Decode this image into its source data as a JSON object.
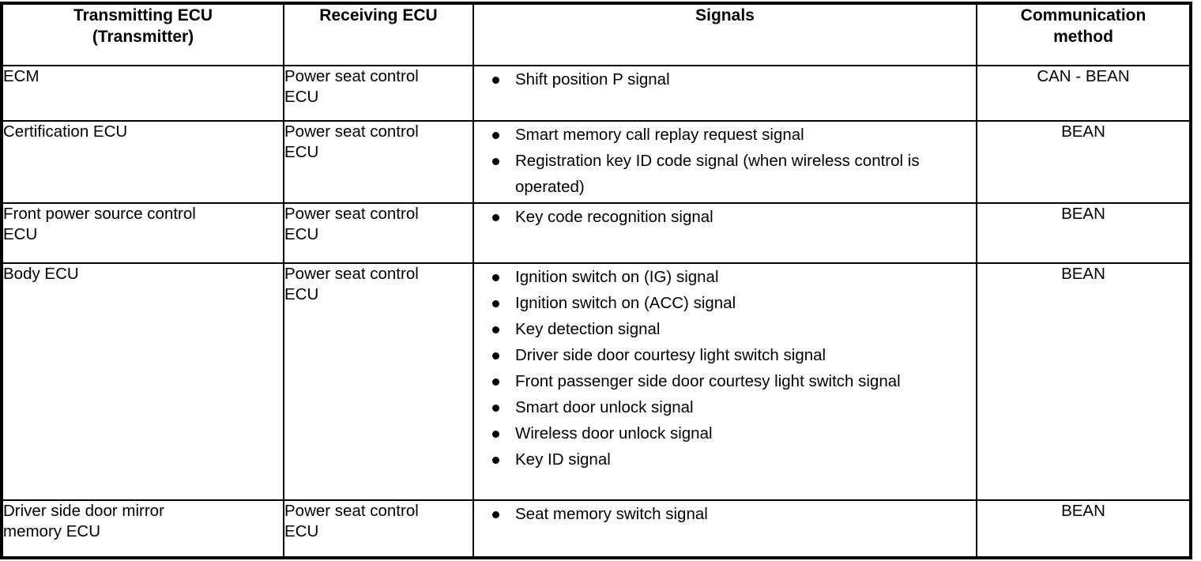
{
  "document": {
    "type": "technical-specification-table",
    "background_color": "#ffffff",
    "text_color": "#000000",
    "border_color": "#000000"
  },
  "table": {
    "headers": [
      {
        "lines": [
          "Transmitting ECU",
          "(Transmitter)"
        ]
      },
      {
        "lines": [
          "Receiving ECU"
        ]
      },
      {
        "lines": [
          "Signals"
        ]
      },
      {
        "lines": [
          "Communication",
          "method"
        ]
      }
    ],
    "rows": [
      {
        "transmitter": {
          "lines": [
            "ECM"
          ]
        },
        "receiver": {
          "lines": [
            "Power seat control",
            "ECU"
          ]
        },
        "signals": [
          "Shift position P signal"
        ],
        "method": "CAN - BEAN"
      },
      {
        "transmitter": {
          "lines": [
            "Certification ECU"
          ]
        },
        "receiver": {
          "lines": [
            "Power seat control",
            "ECU"
          ]
        },
        "signals": [
          "Smart memory call replay request signal",
          "Registration key ID code signal (when wireless control is operated)"
        ],
        "method": "BEAN"
      },
      {
        "transmitter": {
          "lines": [
            "Front power source control",
            "ECU"
          ]
        },
        "receiver": {
          "lines": [
            "Power seat control",
            "ECU"
          ]
        },
        "signals": [
          "Key code recognition signal"
        ],
        "method": "BEAN"
      },
      {
        "transmitter": {
          "lines": [
            "Body ECU"
          ]
        },
        "receiver": {
          "lines": [
            "Power seat control",
            "ECU"
          ]
        },
        "signals": [
          "Ignition switch on (IG) signal",
          "Ignition switch on (ACC) signal",
          "Key detection signal",
          "Driver side door courtesy light switch signal",
          "Front passenger side door courtesy light switch signal",
          "Smart door unlock signal",
          "Wireless door unlock signal",
          "Key ID signal"
        ],
        "method": "BEAN"
      },
      {
        "transmitter": {
          "lines": [
            "Driver side door mirror",
            "memory ECU"
          ]
        },
        "receiver": {
          "lines": [
            "Power seat control",
            "ECU"
          ]
        },
        "signals": [
          "Seat memory switch signal"
        ],
        "method": "BEAN"
      }
    ]
  }
}
